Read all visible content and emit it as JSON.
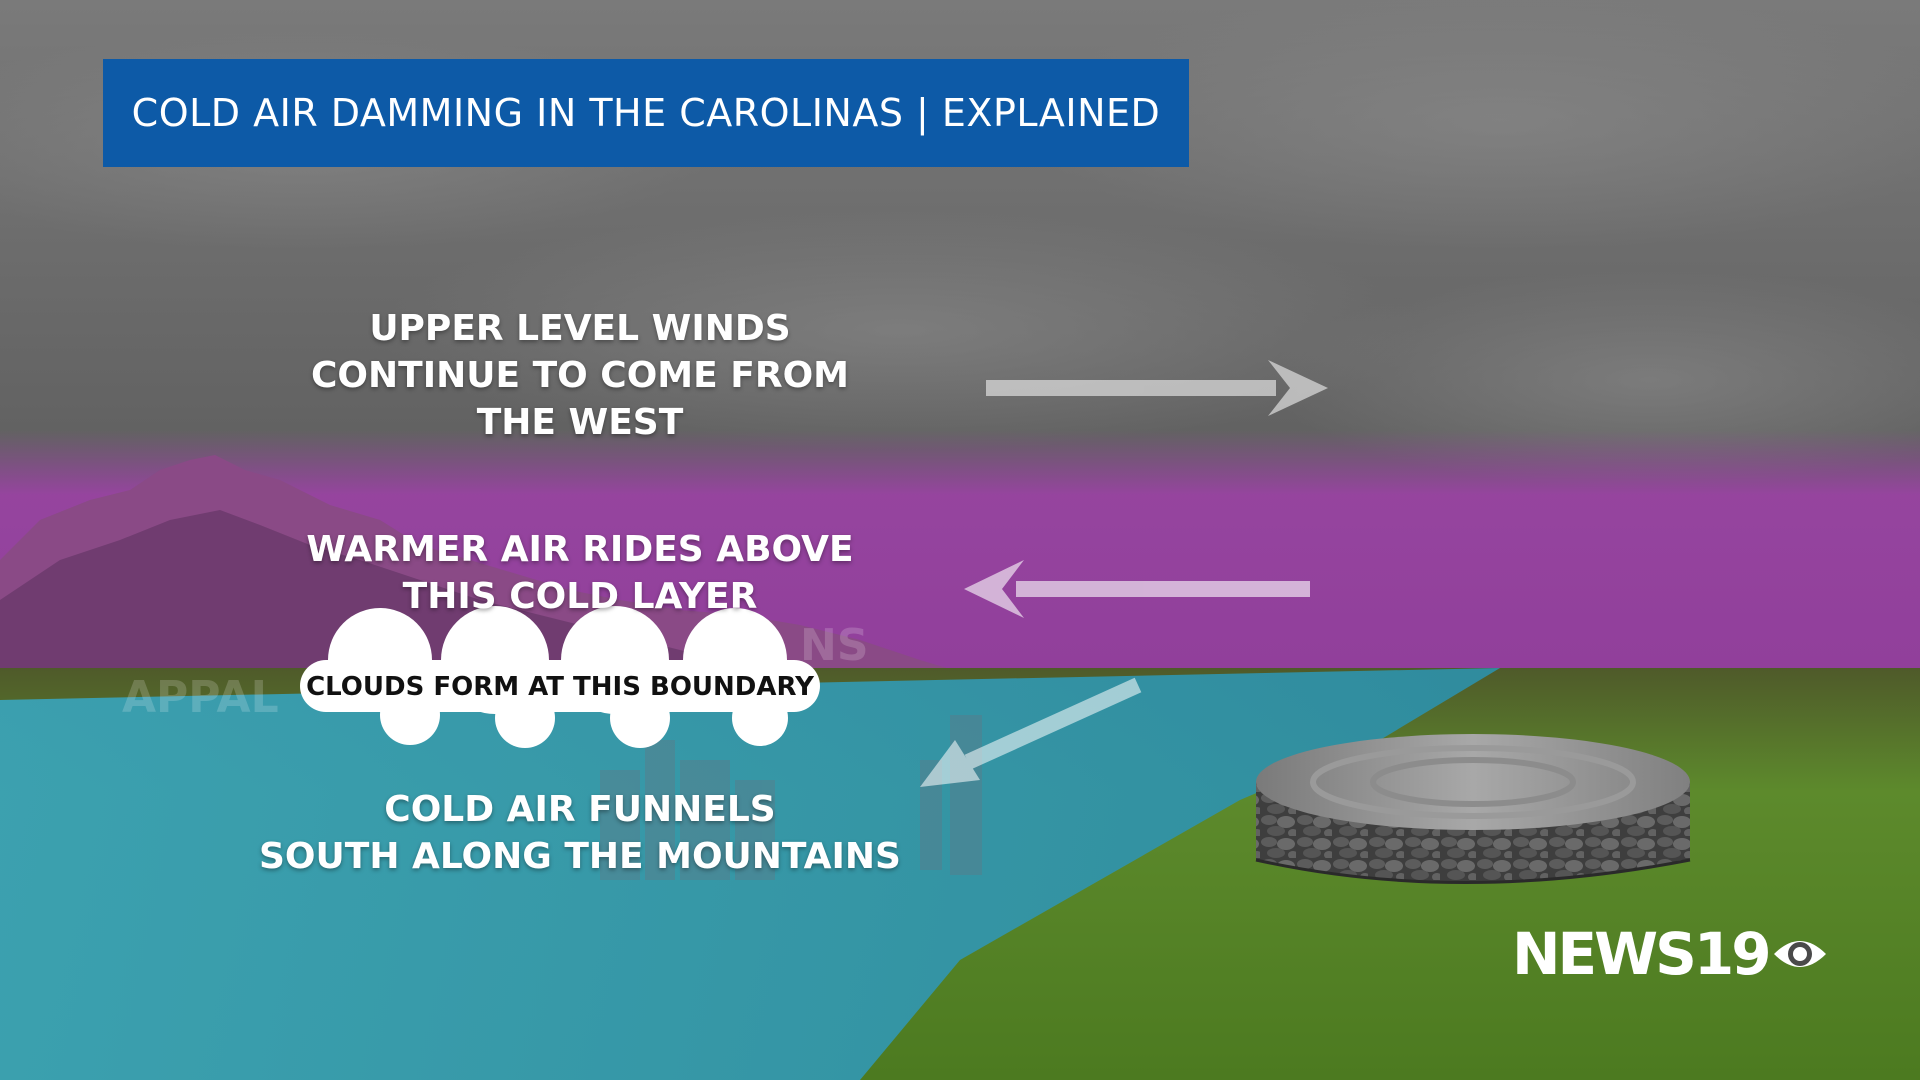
{
  "title": "COLD AIR DAMMING IN THE CAROLINAS | EXPLAINED",
  "labels": {
    "upper_winds": [
      "UPPER LEVEL WINDS",
      "CONTINUE TO COME FROM",
      "THE WEST"
    ],
    "warmer_air": [
      "WARMER AIR RIDES ABOVE",
      "THIS COLD LAYER"
    ],
    "clouds": "CLOUDS FORM AT THIS BOUNDARY",
    "cold_air": [
      "COLD AIR FUNNELS",
      "SOUTH ALONG THE MOUNTAINS"
    ]
  },
  "ghost_labels": {
    "mountains_left": "APPAL",
    "mountains_right": "NS"
  },
  "logo": {
    "text": "NEWS19",
    "icon": "cbs-eye-icon"
  },
  "colors": {
    "banner": "#0d5aa7",
    "cold_air_layer": "#3aa0b4",
    "warm_air_layer": "#b04ab8",
    "ground": "#5e8a2a",
    "sky": "#6a6a6a"
  },
  "arrows": [
    {
      "name": "upper-level-wind-arrow",
      "direction": "east"
    },
    {
      "name": "warm-air-arrow",
      "direction": "west"
    },
    {
      "name": "cold-air-funnel-arrow",
      "direction": "southwest"
    }
  ]
}
